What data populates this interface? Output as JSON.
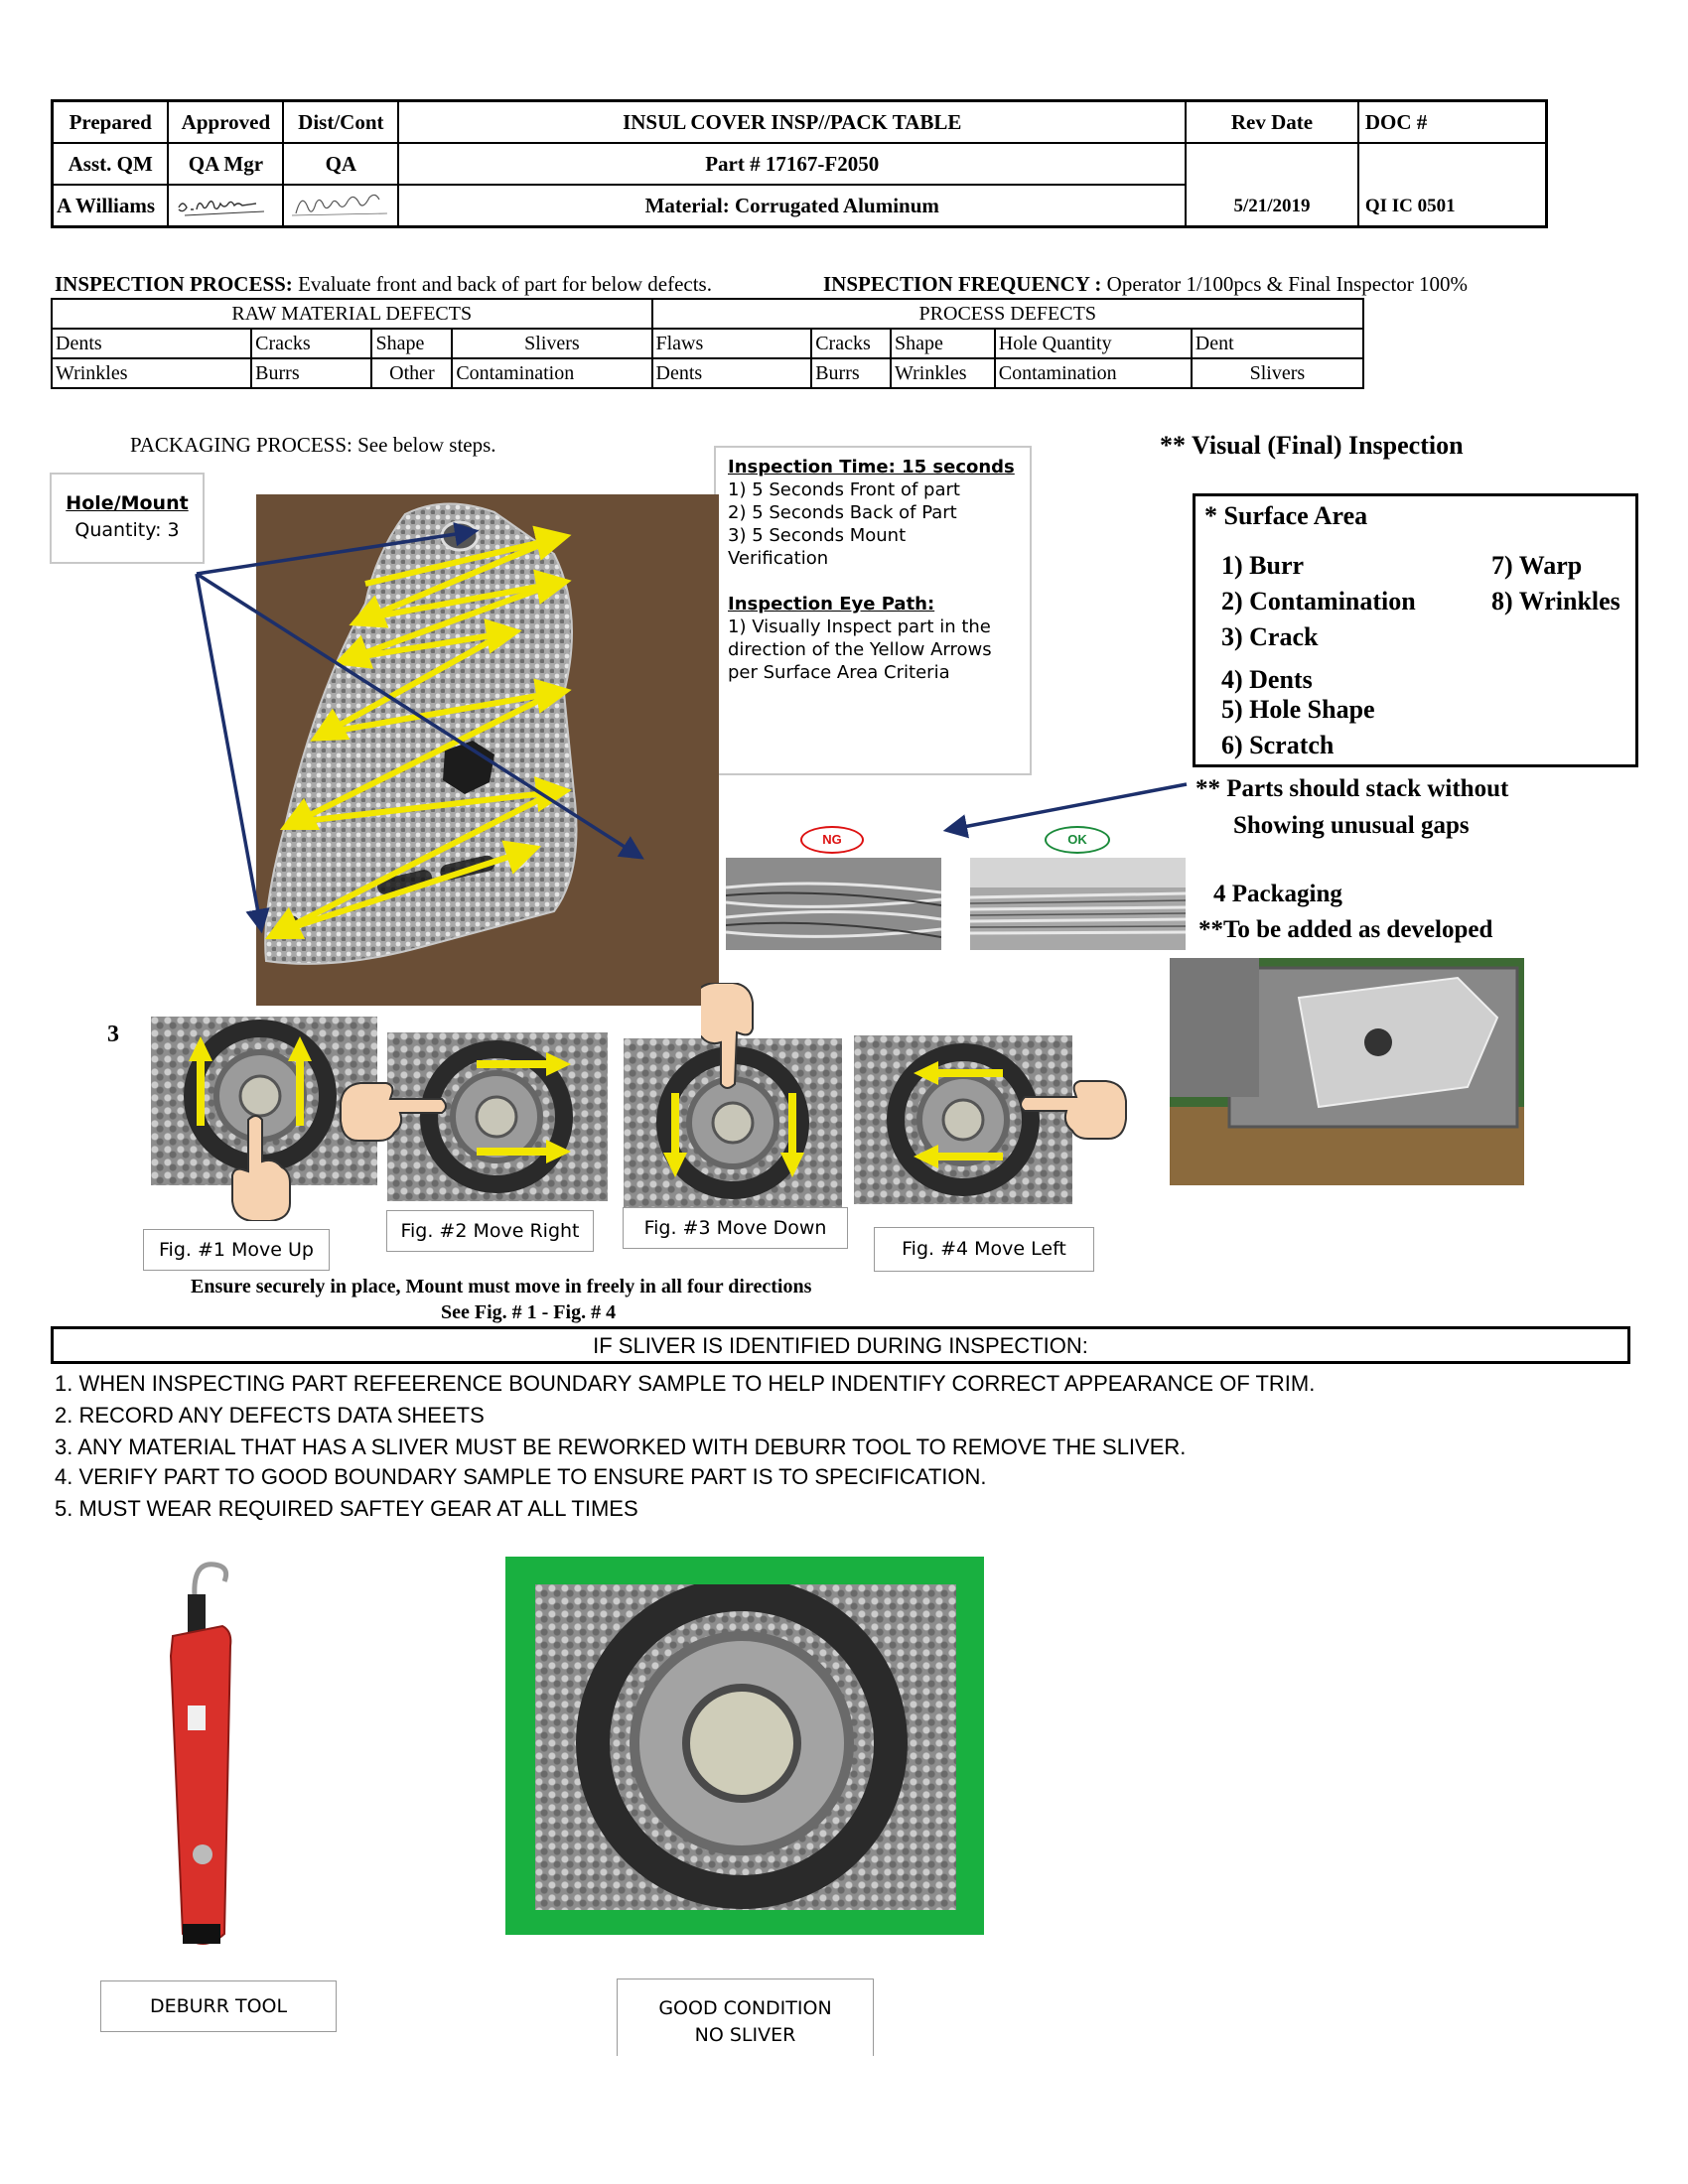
{
  "header": {
    "row1": {
      "prepared": "Prepared",
      "approved": "Approved",
      "dist": "Dist/Cont",
      "title": "INSUL COVER  INSP//PACK  TABLE",
      "rev_date": "Rev Date",
      "doc": "DOC #"
    },
    "row2": {
      "prepared": "Asst. QM",
      "approved": "QA Mgr",
      "dist": "QA",
      "part": "Part # 17167-F2050"
    },
    "row3": {
      "prepared": "A Williams",
      "material": "Material: Corrugated Aluminum",
      "rev_date": "5/21/2019",
      "doc": "QI IC 0501"
    }
  },
  "inspection": {
    "process_label": "INSPECTION  PROCESS:",
    "process_text": "Evaluate front and back of part for below defects.",
    "frequency_label": "INSPECTION FREQUENCY :",
    "frequency_text": "Operator 1/100pcs & Final Inspector 100%"
  },
  "defects": {
    "raw_title": "RAW  MATERIAL  DEFECTS",
    "process_title": "PROCESS  DEFECTS",
    "row1": [
      "Dents",
      "Cracks",
      "Shape",
      "Slivers",
      "Flaws",
      "Cracks",
      "Shape",
      "Hole Quantity",
      "Dent"
    ],
    "row2": [
      "Wrinkles",
      "Burrs",
      "Other",
      "Contamination",
      "Dents",
      "Burrs",
      "Wrinkles",
      "Contamination",
      "Slivers"
    ]
  },
  "packaging_process": "PACKAGING  PROCESS:  See below steps.",
  "hole_mount": {
    "title": "Hole/Mount",
    "quantity": "Quantity: 3"
  },
  "inspection_time": {
    "title": "Inspection Time: 15 seconds",
    "lines": [
      "1) 5 Seconds Front of part",
      "2) 5 Seconds Back of Part",
      "3) 5 Seconds Mount",
      "Verification"
    ],
    "eye_title": "Inspection Eye Path:",
    "eye_lines": [
      "1) Visually Inspect part in the",
      "direction of the Yellow Arrows",
      "per Surface Area Criteria"
    ]
  },
  "visual": {
    "title": "** Visual (Final) Inspection",
    "surface_title": "*  Surface Area",
    "left_items": [
      "1)  Burr",
      "2)  Contamination",
      "3)  Crack",
      "4)  Dents",
      "5)  Hole Shape",
      "6)  Scratch"
    ],
    "right_items": [
      "7) Warp",
      "8) Wrinkles"
    ],
    "stack_1": "** Parts should stack without",
    "stack_2": "Showing unusual gaps",
    "packaging_1": "4 Packaging",
    "packaging_2": "**To be added as developed"
  },
  "ng_label": "NG",
  "ok_label": "OK",
  "step_number": "3",
  "figs": [
    "Fig. #1 Move Up",
    "Fig. #2 Move Right",
    "Fig. #3 Move Down",
    "Fig. #4 Move Left"
  ],
  "mount_note_1": "Ensure securely in place, Mount must move in freely in all four directions",
  "mount_note_2": "See Fig. # 1 - Fig. # 4",
  "sliver": {
    "title": "IF SLIVER IS IDENTIFIED DURING INSPECTION:",
    "items": [
      "1. WHEN INSPECTING PART REFEERENCE BOUNDARY SAMPLE TO HELP INDENTIFY CORRECT APPEARANCE OF TRIM.",
      "2. RECORD ANY DEFECTS DATA SHEETS",
      "3. ANY MATERIAL THAT HAS A SLIVER MUST BE REWORKED WITH DEBURR TOOL TO REMOVE THE SLIVER.",
      "4. VERIFY PART TO GOOD BOUNDARY SAMPLE TO ENSURE PART IS TO SPECIFICATION.",
      "5. MUST WEAR REQUIRED SAFTEY GEAR AT ALL TIMES"
    ]
  },
  "deburr_label": "DEBURR TOOL",
  "good_label_1": "GOOD CONDITION",
  "good_label_2": "NO SLIVER",
  "colors": {
    "arrow_yellow": "#f2e600",
    "arrow_navy": "#1c2f6b",
    "ng_red": "#d11",
    "ok_green": "#1a8a3a",
    "good_frame": "#19b040",
    "tool_red": "#d9302a"
  }
}
